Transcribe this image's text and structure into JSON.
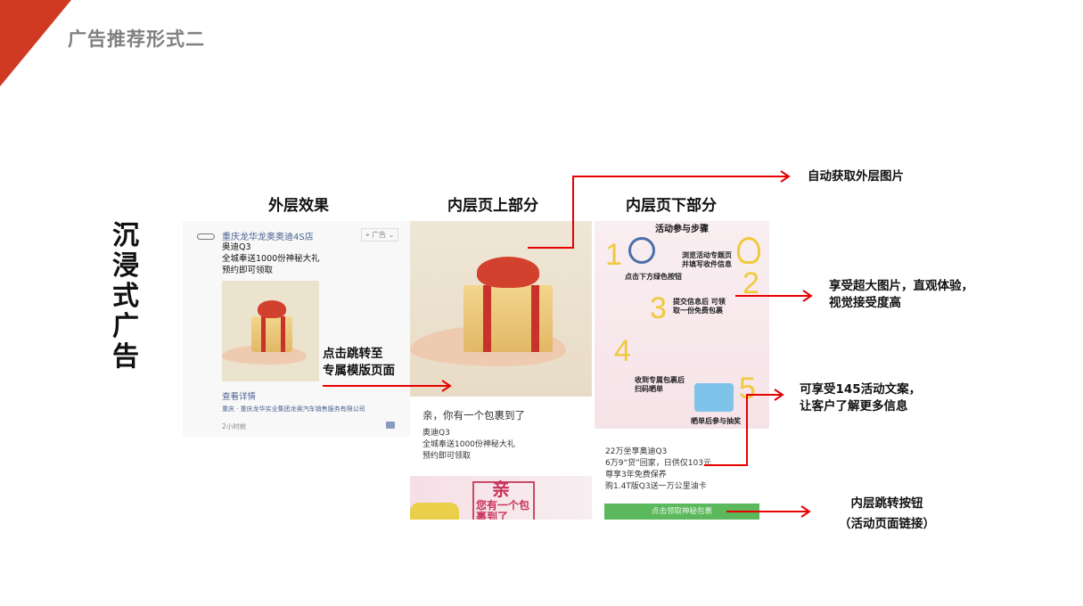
{
  "slide_title": "广告推荐形式二",
  "side_label": "沉浸式广告",
  "columns": {
    "outer": "外层效果",
    "inner_top": "内层页上部分",
    "inner_bottom": "内层页下部分"
  },
  "outer_ad": {
    "account": "重庆龙华龙奥奥迪4S店",
    "ad_badge": "广告",
    "line1": "奥迪Q3",
    "line2": "全城奉送1000份神秘大礼",
    "line3": "预约即可领取",
    "details_link": "查看详情",
    "company": "重庆 · 重庆龙华实业集团龙奥汽车销售服务有限公司",
    "time": "2小时前"
  },
  "inner_top": {
    "headline": "亲，你有一个包裹到了",
    "line1": "奥迪Q3",
    "line2": "全城奉送1000份神秘大礼",
    "line3": "预约即可领取",
    "banner_big": "亲",
    "banner_text": "您有一个包裹到了"
  },
  "inner_bottom": {
    "steps_title": "活动参与步骤",
    "steps": [
      {
        "n": "1",
        "text": "点击下方绿色按钮"
      },
      {
        "n": "2",
        "text": "浏览活动专题页 并填写收件信息"
      },
      {
        "n": "3",
        "text": "提交信息后 可领取一份免费包裹"
      },
      {
        "n": "4",
        "text": "收到专属包裹后 扫码晒单"
      },
      {
        "n": "5",
        "text": "晒单后参与抽奖"
      }
    ],
    "copy": [
      "22万坐享奥迪Q3",
      "6万9“贷”回家，日供仅103元",
      "尊享3年免费保养",
      "购1.4T版Q3送一万公里油卡"
    ],
    "cta_button": "点击领取神秘包裹"
  },
  "annotations": {
    "jump": [
      "点击跳转至",
      "专属模版页面"
    ],
    "auto_image": "自动获取外层图片",
    "big_image": [
      "享受超大图片，直观体验，",
      "视觉接受度高"
    ],
    "copy_145": [
      "可享受145活动文案，",
      "让客户了解更多信息"
    ],
    "button": [
      "内层跳转按钮",
      "（活动页面链接）"
    ]
  },
  "colors": {
    "accent": "#d13a22",
    "arrow": "#e60000",
    "cta": "#5cb85c"
  }
}
